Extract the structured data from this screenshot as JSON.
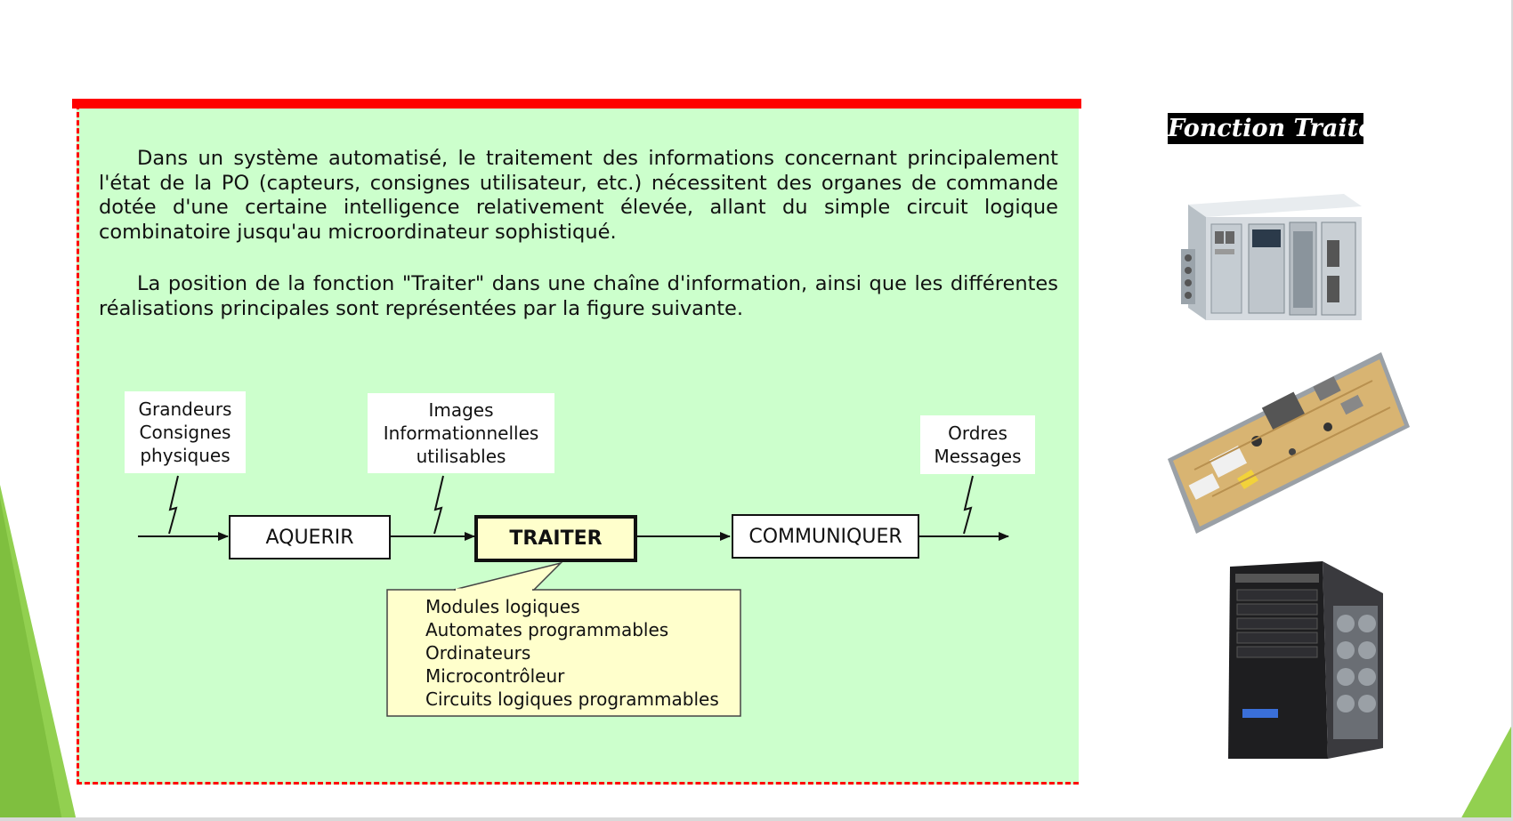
{
  "paragraphs": {
    "p1": "Dans un système automatisé, le traitement des informations concernant principalement l'état de la PO (capteurs,  consignes utilisateur, etc.) nécessitent des organes de commande dotée d'une certaine intelligence relativement élevée, allant du simple circuit logique combinatoire jusqu'au microordinateur sophistiqué.",
    "p2": "La position de la fonction \"Traiter\" dans une chaîne d'information, ainsi que les différentes réalisations principales sont représentées par la figure suivante."
  },
  "diagram": {
    "input_label": [
      "Grandeurs",
      "Consignes",
      "physiques"
    ],
    "middle_label": [
      "Images",
      "Informationnelles",
      "utilisables"
    ],
    "output_label": [
      "Ordres",
      "Messages"
    ],
    "blocks": {
      "acquire": "AQUERIR",
      "process": "TRAITER",
      "communicate": "COMMUNIQUER"
    },
    "realisations": [
      "Modules logiques",
      "Automates programmables",
      "Ordinateurs",
      "Microcontrôleur",
      "Circuits logiques programmables"
    ]
  },
  "sidebar": {
    "title": "Fonction Traiter",
    "photos": [
      "plc-unit-photo",
      "circuit-board-photo",
      "computer-tower-photo"
    ]
  },
  "colors": {
    "panel_bg": "#ccffcc",
    "border_red": "#ff0000",
    "callout_bg": "#ffffcc",
    "accent_green": "#8fd14f"
  }
}
